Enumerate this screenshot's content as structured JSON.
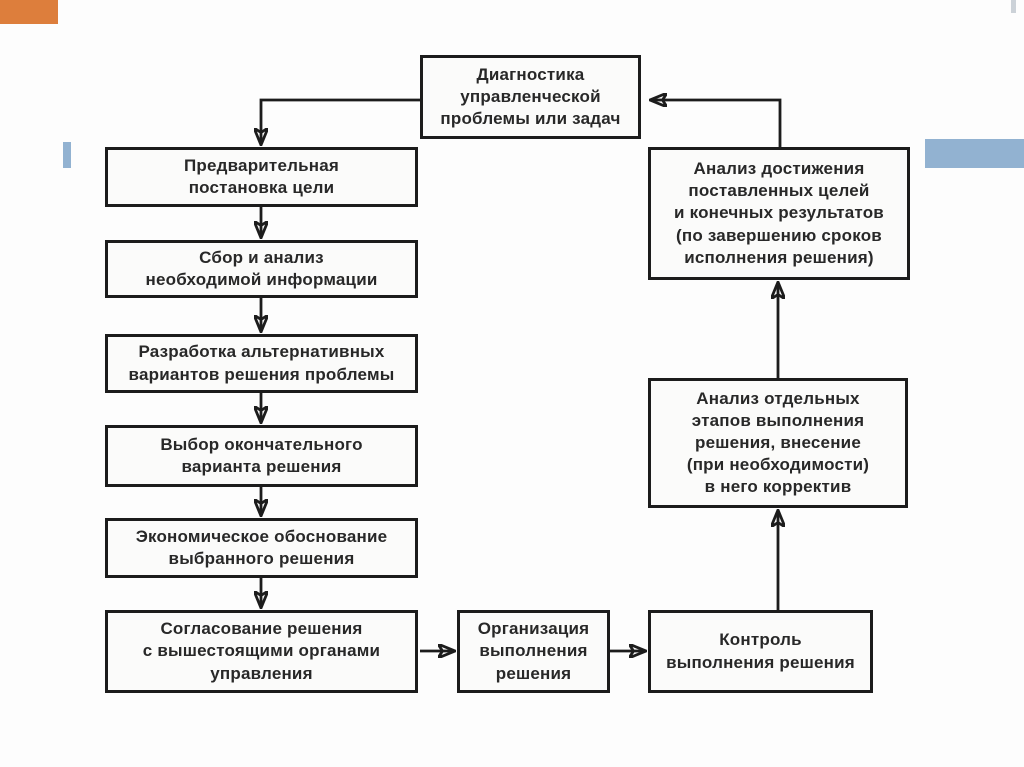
{
  "diagram": {
    "description": "Flowchart of the management decision-making cycle (in Russian)",
    "nodes": [
      {
        "id": "diagnostics",
        "label": "Диагностика\nуправленческой\nпроблемы или задач"
      },
      {
        "id": "preliminary-goal",
        "label": "Предварительная\nпостановка цели"
      },
      {
        "id": "info-collection",
        "label": "Сбор и анализ\nнеобходимой информации"
      },
      {
        "id": "alternatives",
        "label": "Разработка альтернативных\nвариантов решения проблемы"
      },
      {
        "id": "final-choice",
        "label": "Выбор окончательного\nварианта решения"
      },
      {
        "id": "economic-justification",
        "label": "Экономическое обоснование\nвыбранного решения"
      },
      {
        "id": "approval",
        "label": "Согласование решения\nс вышестоящими органами\nуправления"
      },
      {
        "id": "organization",
        "label": "Организация\nвыполнения\nрешения"
      },
      {
        "id": "control",
        "label": "Контроль\nвыполнения решения"
      },
      {
        "id": "stage-analysis",
        "label": "Анализ отдельных\nэтапов выполнения\nрешения, внесение\n(при необходимости)\nв него корректив"
      },
      {
        "id": "goal-analysis",
        "label": "Анализ достижения\nпоставленных целей\nи конечных результатов\n(по завершению сроков\nисполнения решения)"
      }
    ],
    "edges": [
      {
        "from": "diagnostics",
        "to": "preliminary-goal"
      },
      {
        "from": "preliminary-goal",
        "to": "info-collection"
      },
      {
        "from": "info-collection",
        "to": "alternatives"
      },
      {
        "from": "alternatives",
        "to": "final-choice"
      },
      {
        "from": "final-choice",
        "to": "economic-justification"
      },
      {
        "from": "economic-justification",
        "to": "approval"
      },
      {
        "from": "approval",
        "to": "organization"
      },
      {
        "from": "organization",
        "to": "control"
      },
      {
        "from": "control",
        "to": "stage-analysis"
      },
      {
        "from": "stage-analysis",
        "to": "goal-analysis"
      },
      {
        "from": "goal-analysis",
        "to": "diagnostics"
      }
    ],
    "colors": {
      "box_border": "#1c1c1c",
      "text": "#282828",
      "accent_orange": "#dd7e3c",
      "accent_blue": "#92b2d1",
      "background": "#fdfdfd"
    }
  }
}
